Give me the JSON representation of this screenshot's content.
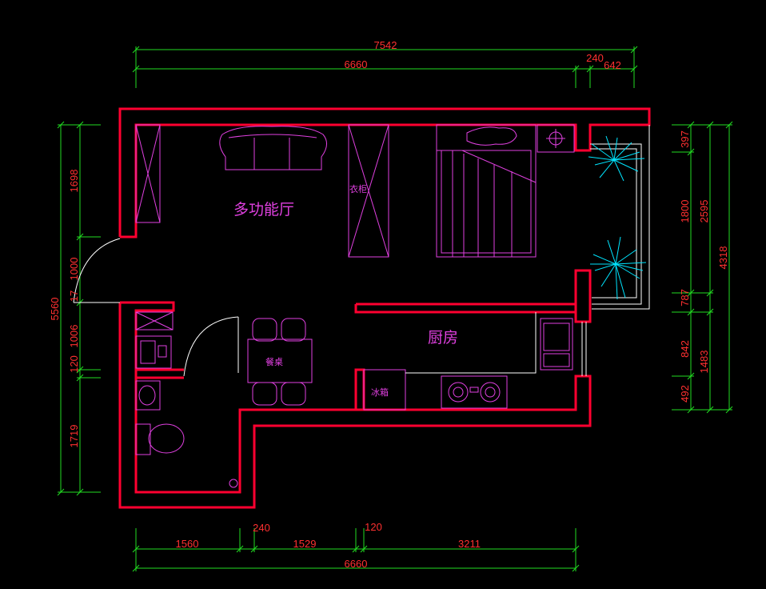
{
  "rooms": {
    "living": "多功能厅",
    "kitchen": "厨房",
    "wardrobe": "衣柜",
    "dining_table": "餐桌",
    "fridge": "冰箱"
  },
  "dims": {
    "top_total": "7542",
    "top_main": "6660",
    "top_240": "240",
    "top_642": "642",
    "bottom_1560": "1560",
    "bottom_240": "240",
    "bottom_1529": "1529",
    "bottom_120": "120",
    "bottom_3211": "3211",
    "bottom_total": "6660",
    "left_total": "5560",
    "left_1698": "1698",
    "left_1000": "1000",
    "left_1006": "1006",
    "left_120": "120",
    "left_1719": "1719",
    "left_17": "17",
    "right_397": "397",
    "right_1800": "1800",
    "right_787": "787",
    "right_842": "842",
    "right_492": "492",
    "right_2595": "2595",
    "right_1483": "1483",
    "right_4318": "4318"
  },
  "colors": {
    "background": "#000000",
    "walls": "#ff0030",
    "furniture": "#e040e0",
    "dimensions": "#22dd22",
    "dimension_text": "#ff3030",
    "plants": "#00e5ff"
  }
}
